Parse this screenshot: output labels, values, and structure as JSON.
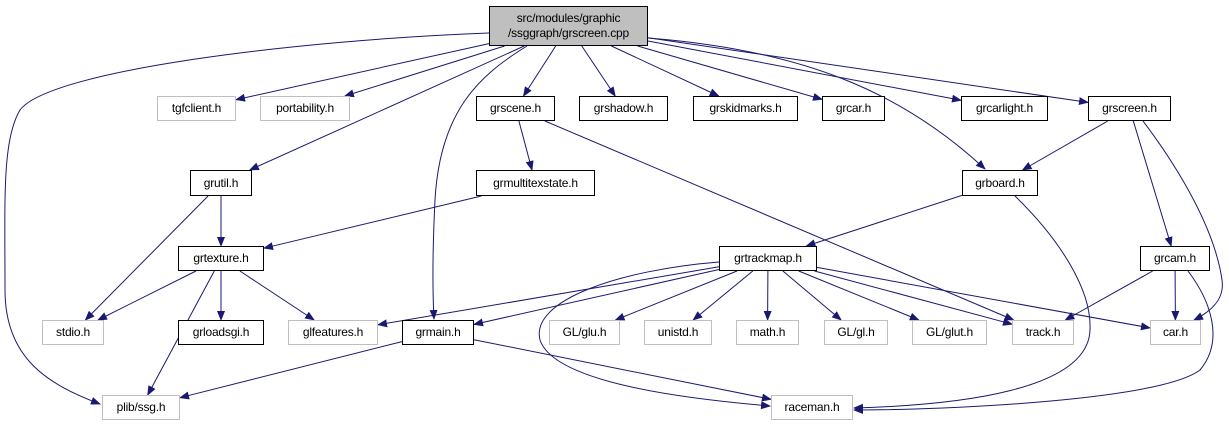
{
  "colors": {
    "edge": "#191970",
    "root_fill": "#bfbfbf",
    "external_border": "#bfbfbf",
    "documented_border": "#000000"
  },
  "root": {
    "line1": "src/modules/graphic",
    "line2": "/ssggraph/grscreen.cpp"
  },
  "nodes": [
    {
      "id": "tgfclient",
      "label": "tgfclient.h",
      "documented": false
    },
    {
      "id": "portability",
      "label": "portability.h",
      "documented": false
    },
    {
      "id": "grscene",
      "label": "grscene.h",
      "documented": true
    },
    {
      "id": "grshadow",
      "label": "grshadow.h",
      "documented": true
    },
    {
      "id": "grskidmarks",
      "label": "grskidmarks.h",
      "documented": true
    },
    {
      "id": "grcar",
      "label": "grcar.h",
      "documented": true
    },
    {
      "id": "grcarlight",
      "label": "grcarlight.h",
      "documented": true
    },
    {
      "id": "grscreen",
      "label": "grscreen.h",
      "documented": true
    },
    {
      "id": "grutil",
      "label": "grutil.h",
      "documented": true
    },
    {
      "id": "grmultitexstate",
      "label": "grmultitexstate.h",
      "documented": true
    },
    {
      "id": "grboard",
      "label": "grboard.h",
      "documented": true
    },
    {
      "id": "grtexture",
      "label": "grtexture.h",
      "documented": true
    },
    {
      "id": "grtrackmap",
      "label": "grtrackmap.h",
      "documented": true
    },
    {
      "id": "grcam",
      "label": "grcam.h",
      "documented": true
    },
    {
      "id": "stdio",
      "label": "stdio.h",
      "documented": false
    },
    {
      "id": "grloadsgi",
      "label": "grloadsgi.h",
      "documented": true
    },
    {
      "id": "glfeatures",
      "label": "glfeatures.h",
      "documented": false
    },
    {
      "id": "grmain",
      "label": "grmain.h",
      "documented": true
    },
    {
      "id": "glu",
      "label": "GL/glu.h",
      "documented": false
    },
    {
      "id": "unistd",
      "label": "unistd.h",
      "documented": false
    },
    {
      "id": "math",
      "label": "math.h",
      "documented": false
    },
    {
      "id": "gl",
      "label": "GL/gl.h",
      "documented": false
    },
    {
      "id": "glut",
      "label": "GL/glut.h",
      "documented": false
    },
    {
      "id": "track",
      "label": "track.h",
      "documented": false
    },
    {
      "id": "car",
      "label": "car.h",
      "documented": false
    },
    {
      "id": "plibssg",
      "label": "plib/ssg.h",
      "documented": false
    },
    {
      "id": "raceman",
      "label": "raceman.h",
      "documented": false
    }
  ],
  "edges": [
    [
      "root",
      "plibssg"
    ],
    [
      "root",
      "tgfclient"
    ],
    [
      "root",
      "portability"
    ],
    [
      "root",
      "grutil"
    ],
    [
      "root",
      "grmain"
    ],
    [
      "root",
      "grscene"
    ],
    [
      "root",
      "grshadow"
    ],
    [
      "root",
      "grskidmarks"
    ],
    [
      "root",
      "grcar"
    ],
    [
      "root",
      "grcarlight"
    ],
    [
      "root",
      "grscreen"
    ],
    [
      "root",
      "grboard"
    ],
    [
      "grscene",
      "grmultitexstate"
    ],
    [
      "grscene",
      "track"
    ],
    [
      "grutil",
      "grtexture"
    ],
    [
      "grutil",
      "stdio"
    ],
    [
      "grmultitexstate",
      "grtexture"
    ],
    [
      "grtexture",
      "stdio"
    ],
    [
      "grtexture",
      "plibssg"
    ],
    [
      "grtexture",
      "grloadsgi"
    ],
    [
      "grtexture",
      "glfeatures"
    ],
    [
      "grboard",
      "grtrackmap"
    ],
    [
      "grboard",
      "raceman"
    ],
    [
      "grscreen",
      "grboard"
    ],
    [
      "grscreen",
      "grcam"
    ],
    [
      "grscreen",
      "car"
    ],
    [
      "grtrackmap",
      "glfeatures"
    ],
    [
      "grtrackmap",
      "grmain"
    ],
    [
      "grtrackmap",
      "glu"
    ],
    [
      "grtrackmap",
      "unistd"
    ],
    [
      "grtrackmap",
      "math"
    ],
    [
      "grtrackmap",
      "gl"
    ],
    [
      "grtrackmap",
      "glut"
    ],
    [
      "grtrackmap",
      "track"
    ],
    [
      "grtrackmap",
      "car"
    ],
    [
      "grtrackmap",
      "raceman"
    ],
    [
      "grcam",
      "track"
    ],
    [
      "grcam",
      "car"
    ],
    [
      "grcam",
      "raceman"
    ],
    [
      "grmain",
      "plibssg"
    ],
    [
      "grmain",
      "raceman"
    ]
  ]
}
